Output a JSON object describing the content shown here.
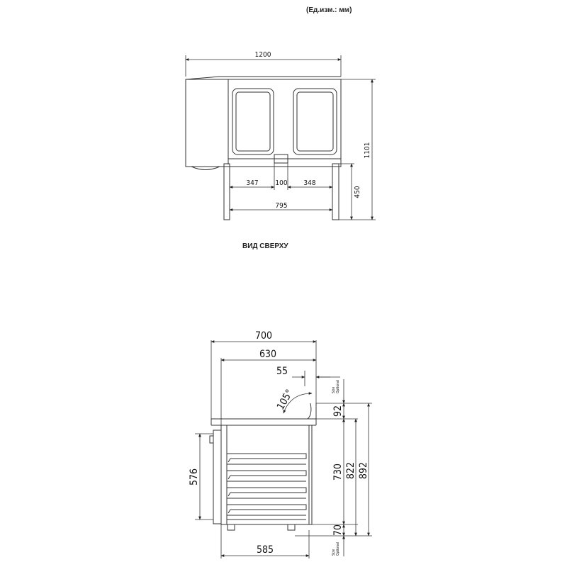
{
  "header": {
    "units": "(Ед.изм.: мм)"
  },
  "top_view": {
    "label": "ВИД СВЕРХУ",
    "dims": {
      "width": "1200",
      "depth": "1101",
      "door_left": "347",
      "door_gap": "100",
      "door_right": "348",
      "door_total": "795",
      "door_swing": "450"
    }
  },
  "side_view": {
    "dims": {
      "width": "700",
      "inner": "630",
      "lid": "55",
      "angle": "105°",
      "top_part": "92",
      "body": "730",
      "mid_total": "822",
      "total": "892",
      "legs": "70",
      "door": "576",
      "base": "585"
    },
    "note_top": [
      "Size",
      "Optional"
    ],
    "note_bottom": [
      "Size",
      "Optional"
    ]
  }
}
